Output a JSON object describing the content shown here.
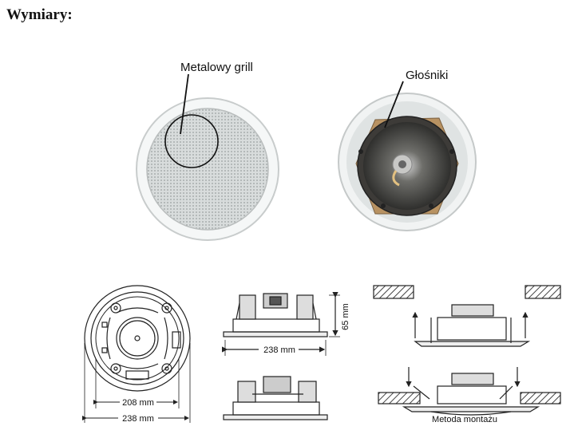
{
  "heading": "Wymiary:",
  "callouts": {
    "grill": "Metalowy grill",
    "speakers": "Głośniki"
  },
  "dimensions": {
    "front_inner": "208 mm",
    "front_outer": "238 mm",
    "side_top_width": "238 mm",
    "side_height": "65 mm"
  },
  "mounting_caption": "Metoda montażu",
  "colors": {
    "line": "#222222",
    "grill_fill": "#e4e6e6",
    "bezel": "#f4f6f6",
    "speaker_dark": "#3a3a38",
    "hatch": "#555555"
  }
}
